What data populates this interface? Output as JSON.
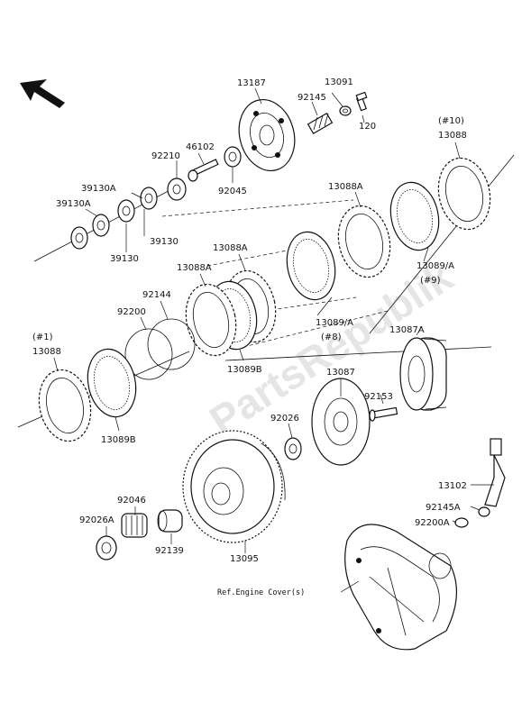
{
  "watermark": "PartsRepublik",
  "labels": {
    "p13187": "13187",
    "p13091": "13091",
    "p92145": "92145",
    "p120": "120",
    "p46102": "46102",
    "p92210": "92210",
    "p92045": "92045",
    "p39130A_top": "39130A",
    "p39130A_left": "39130A",
    "p39130_right": "39130",
    "p39130_bottom": "39130",
    "p10_note": "(#10)",
    "p13088_top": "13088",
    "p13088A_mid": "13088A",
    "p13088A_left": "13088A",
    "p13088A_inner": "13088A",
    "p13089A_top": "13089/A",
    "p9_note": "(#9)",
    "p92144": "92144",
    "p92200": "92200",
    "p13089A_mid": "13089/A",
    "p8_note": "(#8)",
    "p13089B_mid": "13089B",
    "p1_note": "(#1)",
    "p13088_left": "13088",
    "p13089B_left": "13089B",
    "p13087A": "13087A",
    "p13087": "13087",
    "p92153": "92153",
    "p92026": "92026",
    "p13102": "13102",
    "p92145A": "92145A",
    "p92200A": "92200A",
    "p92046": "92046",
    "p92026A": "92026A",
    "p92139": "92139",
    "p13095": "13095",
    "ref_engine_cover": "Ref.Engine Cover(s)"
  }
}
